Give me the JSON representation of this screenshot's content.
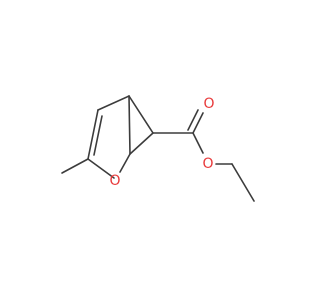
{
  "molecule": {
    "atoms": {
      "ring_oxygen": {
        "element": "O",
        "label": "O",
        "color": "#e8393a"
      },
      "carbonyl_oxygen": {
        "element": "O",
        "label": "O",
        "color": "#e8393a"
      },
      "ester_oxygen": {
        "element": "O",
        "label": "O",
        "color": "#e8393a"
      }
    },
    "bond_color": "#3c3c3c"
  }
}
